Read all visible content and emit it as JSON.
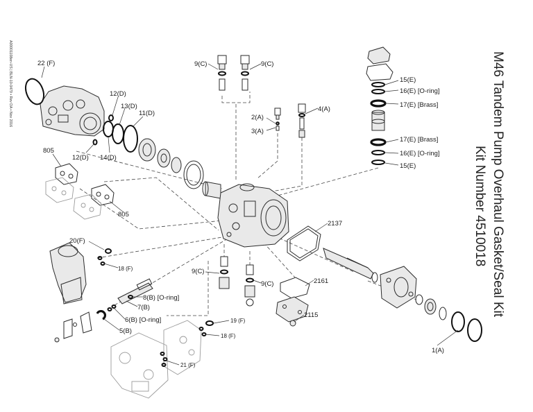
{
  "title": {
    "line1": "M46 Tandem Pump Overhaul Gasket/Seal Kit",
    "line2": "Kit Number 4510018"
  },
  "side_note": "A00001108en-US | BLN-10-0479 • Rev DA • Nov 2016",
  "callouts": {
    "c22F": "22 (F)",
    "c805a": "805",
    "c805b": "805",
    "c12Da": "12(D)",
    "c13D": "13(D)",
    "c11D": "11(D)",
    "c12Db": "12(D)",
    "c14D": "14(D)",
    "c9Ca": "9(C)",
    "c9Cb": "9(C)",
    "c2A": "2(A)",
    "c3A": "3(A)",
    "c4A": "4(A)",
    "c15Ea": "15(E)",
    "c16Ea": "16(E) [O-ring]",
    "c17Ea": "17(E) [Brass]",
    "c17Eb": "17(E) [Brass]",
    "c16Eb": "16(E) [O-ring]",
    "c15Eb": "15(E)",
    "c2137": "2137",
    "c20F": "20(F)",
    "c18Fa": "18 (F)",
    "c9Cc": "9(C)",
    "c9Cd": "9(C)",
    "c2161": "2161",
    "c8B": "8(B) [O-ring]",
    "c7B": "7(B)",
    "c6B": "6(B) [O-ring]",
    "c5B": "5(B)",
    "c2115": "2115",
    "c19F": "19 (F)",
    "c18Fb": "18 (F)",
    "c21F": "21 (F)",
    "c1A": "1(A)"
  }
}
